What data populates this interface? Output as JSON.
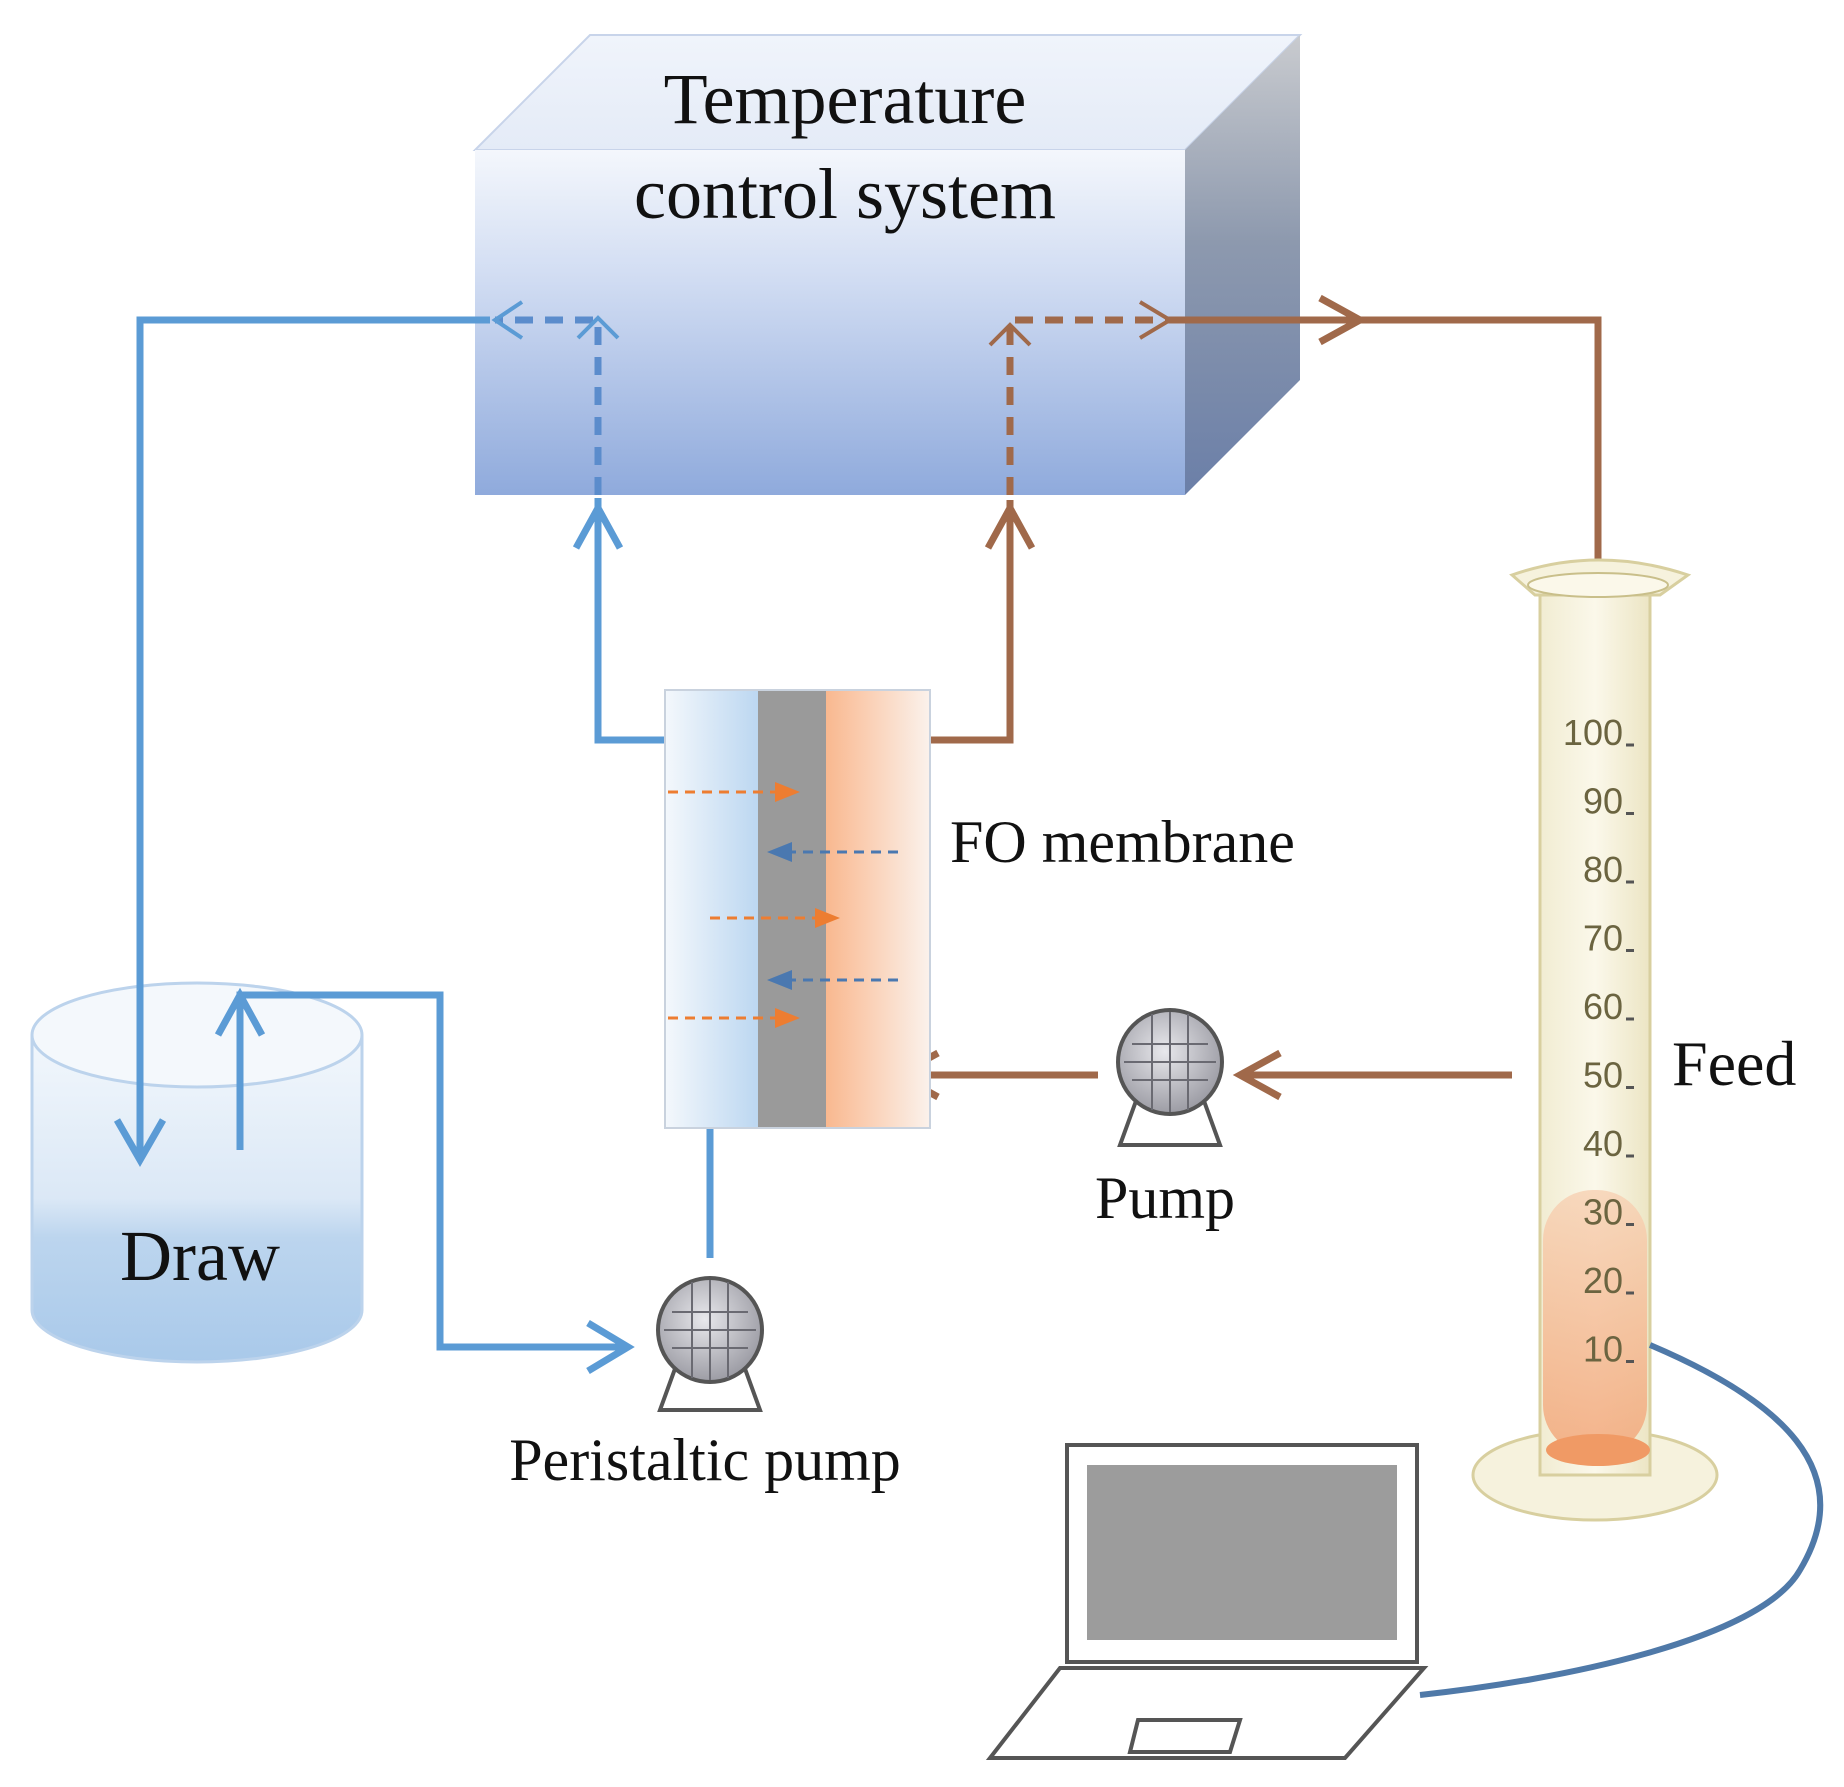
{
  "labels": {
    "temperature_line1": "Temperature",
    "temperature_line2": "control system",
    "fo_membrane": "FO membrane",
    "feed": "Feed",
    "pump": "Pump",
    "draw": "Draw",
    "peristaltic_pump": "Peristaltic pump"
  },
  "cylinder_ticks": [
    "100",
    "90",
    "80",
    "70",
    "60",
    "50",
    "40",
    "30",
    "20",
    "10"
  ],
  "colors": {
    "draw_flow": "#5b9bd5",
    "feed_flow": "#a0694a",
    "water_flux": "#ed7d31",
    "solute_flux": "#4a78b0",
    "membrane": "#9a9a9a"
  }
}
